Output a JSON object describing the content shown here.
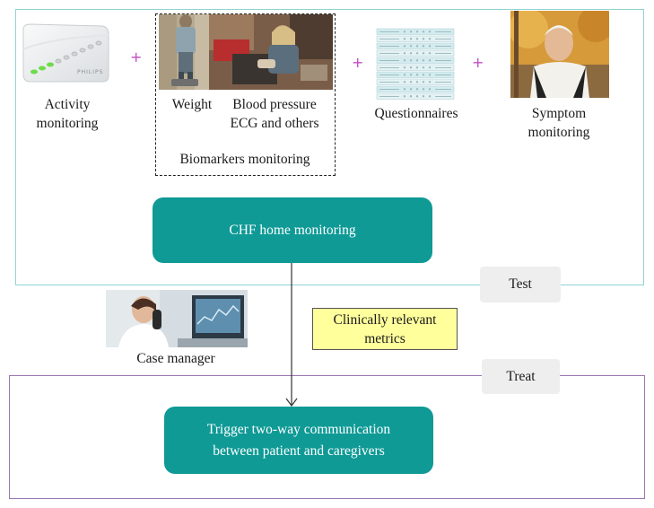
{
  "panels": {
    "test_tag": "Test",
    "treat_tag": "Treat"
  },
  "sources": {
    "activity": {
      "line1": "Activity",
      "line2": "monitoring",
      "device_brand": "PHILIPS"
    },
    "weight": "Weight",
    "blood_pressure": {
      "line1": "Blood pressure",
      "line2": "ECG and others"
    },
    "biomarkers": "Biomarkers monitoring",
    "questionnaires": "Questionnaires",
    "symptom": {
      "line1": "Symptom",
      "line2": "monitoring"
    }
  },
  "plus_sign": "+",
  "central": {
    "label": "CHF home monitoring"
  },
  "metrics": {
    "line1": "Clinically relevant",
    "line2": "metrics"
  },
  "case_manager": {
    "label": "Case manager"
  },
  "action": {
    "line1": "Trigger two-way communication",
    "line2": "between patient and caregivers"
  },
  "colors": {
    "teal": "#0f9a96",
    "test_border": "#8fd3d3",
    "treat_border": "#9b77b0",
    "metrics_fill": "#ffff9c",
    "plus_color": "#c34bc3"
  }
}
